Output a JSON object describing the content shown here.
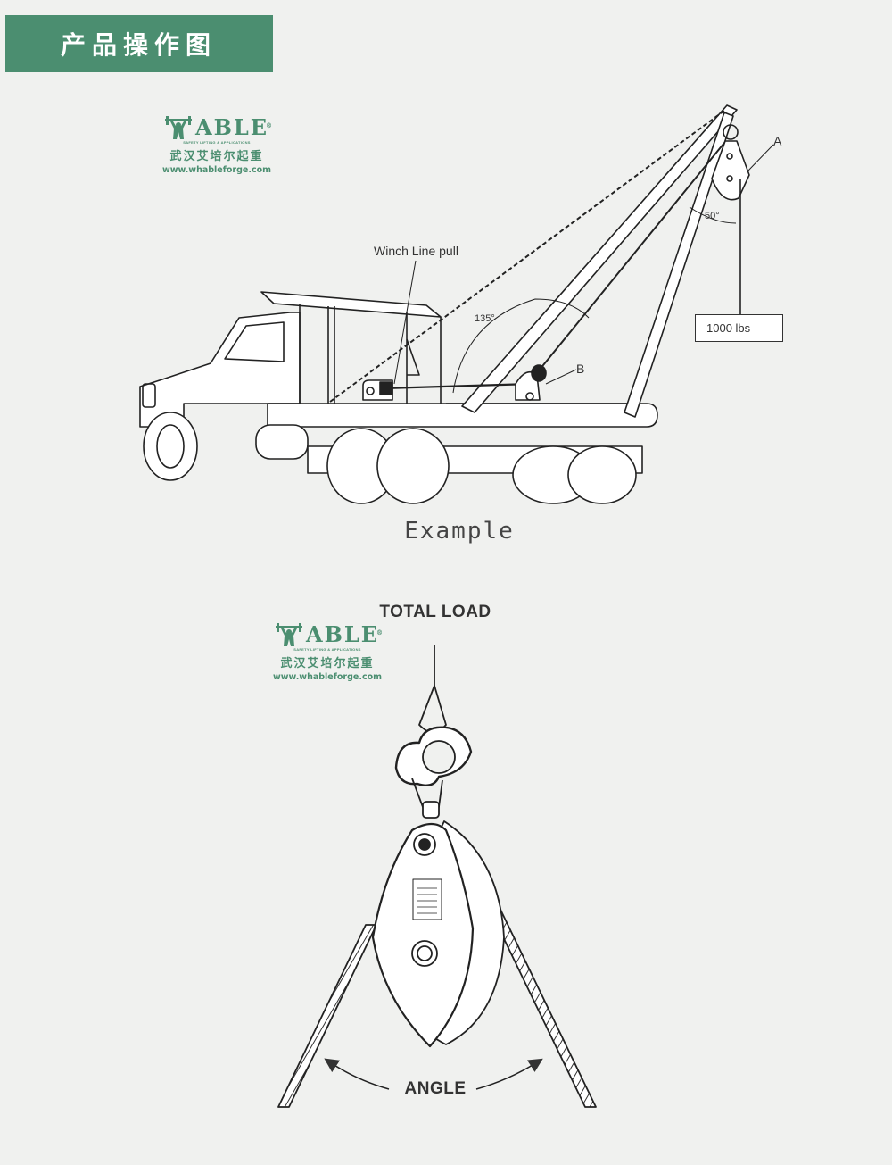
{
  "banner": {
    "title": "产品操作图"
  },
  "logo": {
    "brand": "ABLE",
    "tagline": "SAFETY LIFTING & APPLICATIONS",
    "company_cn": "武汉艾培尔起重",
    "url": "www.whableforge.com"
  },
  "diagram1": {
    "winch_label": "Winch Line pull",
    "label_a": "A",
    "label_b": "B",
    "angle_135": "135°",
    "angle_50": "50°",
    "weight": "1000 lbs",
    "caption": "Example"
  },
  "diagram2": {
    "total_load": "TOTAL LOAD",
    "angle": "ANGLE"
  },
  "colors": {
    "brand_green": "#4b8e70",
    "background": "#f0f1ef",
    "line": "#333333"
  }
}
